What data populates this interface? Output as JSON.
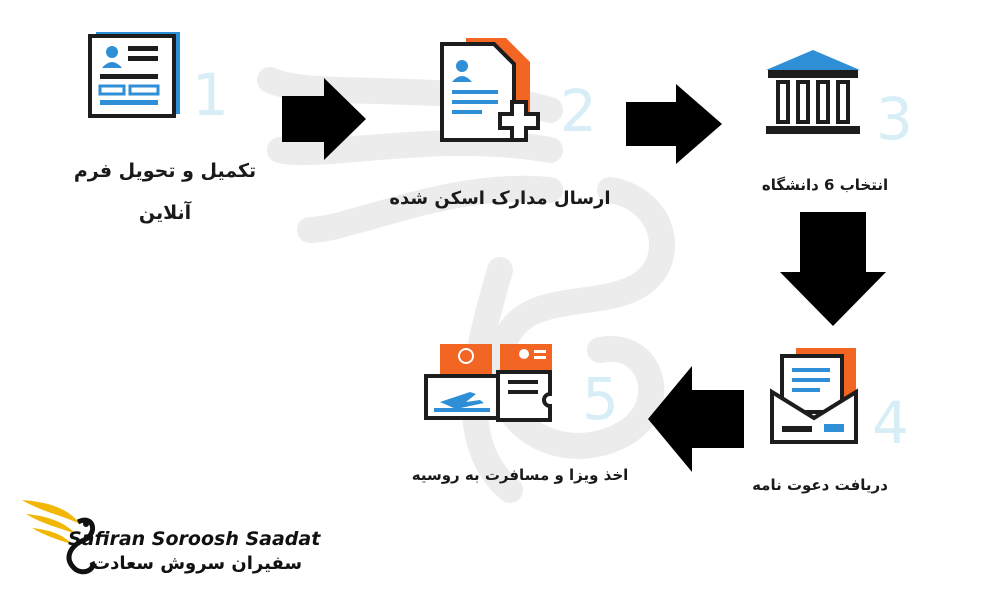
{
  "steps": [
    {
      "number": "1",
      "label_line1": "تکمیل و تحویل فرم",
      "label_line2": "آنلاین",
      "icon": "form-icon"
    },
    {
      "number": "2",
      "label": "ارسال مدارک اسکن شده",
      "icon": "scan-document-icon"
    },
    {
      "number": "3",
      "label": "انتخاب 6 دانشگاه",
      "icon": "university-icon"
    },
    {
      "number": "4",
      "label": "دریافت دعوت نامه",
      "icon": "invitation-letter-icon"
    },
    {
      "number": "5",
      "label": "اخذ ویزا و مسافرت به روسیه",
      "icon": "visa-ticket-icon"
    }
  ],
  "brand": {
    "name_en": "Safiran Soroosh Saadat",
    "name_fa": "سفیران سروش سعادت"
  },
  "colors": {
    "accent_orange": "#f26522",
    "accent_blue": "#2f8fd6",
    "icon_dark": "#1d1d1d",
    "number_color": "#d8eef7",
    "logo_gold": "#f2b705"
  }
}
